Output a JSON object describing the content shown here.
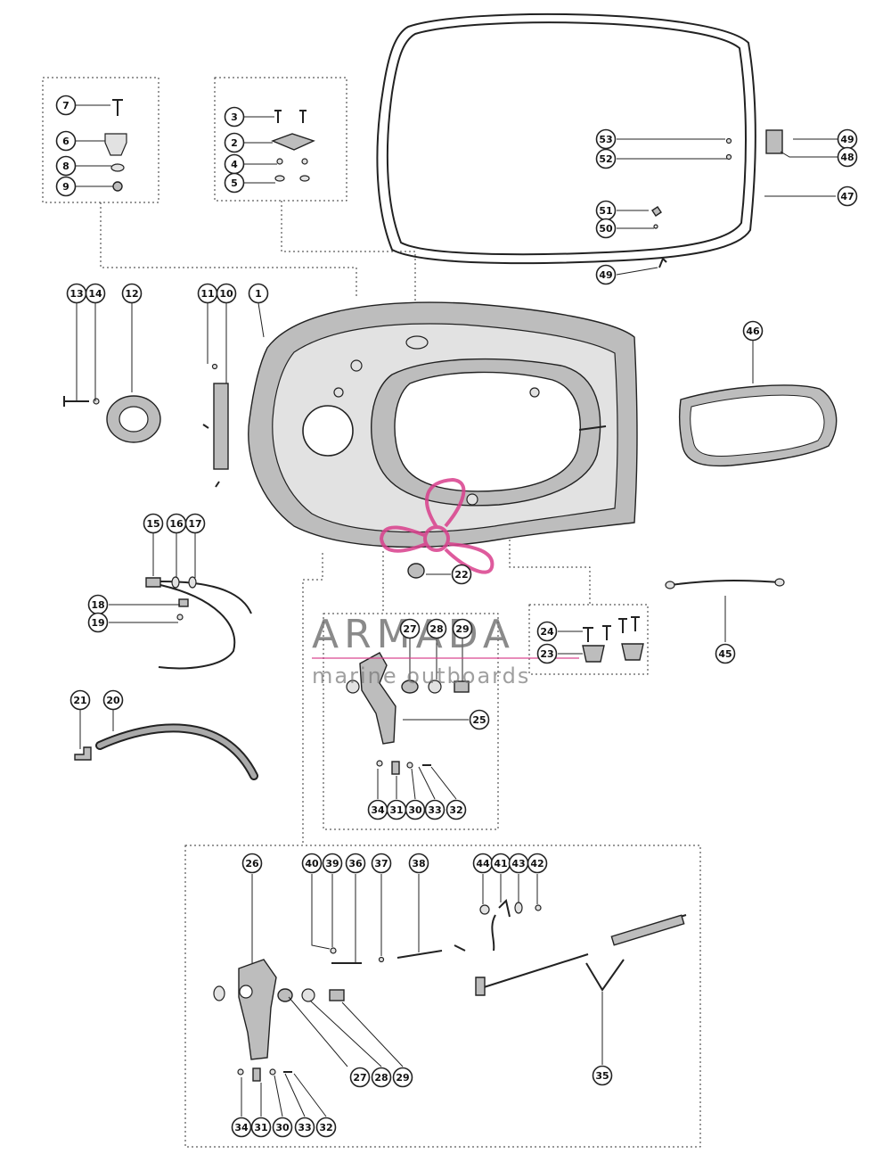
{
  "callouts": [
    {
      "n": "7"
    },
    {
      "n": "6"
    },
    {
      "n": "8"
    },
    {
      "n": "9"
    },
    {
      "n": "3"
    },
    {
      "n": "2"
    },
    {
      "n": "4"
    },
    {
      "n": "5"
    },
    {
      "n": "53"
    },
    {
      "n": "52"
    },
    {
      "n": "49"
    },
    {
      "n": "48"
    },
    {
      "n": "47"
    },
    {
      "n": "51"
    },
    {
      "n": "50"
    },
    {
      "n": "49"
    },
    {
      "n": "13"
    },
    {
      "n": "14"
    },
    {
      "n": "12"
    },
    {
      "n": "11"
    },
    {
      "n": "10"
    },
    {
      "n": "1"
    },
    {
      "n": "46"
    },
    {
      "n": "15"
    },
    {
      "n": "16"
    },
    {
      "n": "17"
    },
    {
      "n": "18"
    },
    {
      "n": "19"
    },
    {
      "n": "22"
    },
    {
      "n": "27"
    },
    {
      "n": "28"
    },
    {
      "n": "29"
    },
    {
      "n": "24"
    },
    {
      "n": "23"
    },
    {
      "n": "45"
    },
    {
      "n": "25"
    },
    {
      "n": "21"
    },
    {
      "n": "20"
    },
    {
      "n": "34"
    },
    {
      "n": "31"
    },
    {
      "n": "30"
    },
    {
      "n": "33"
    },
    {
      "n": "32"
    },
    {
      "n": "26"
    },
    {
      "n": "40"
    },
    {
      "n": "39"
    },
    {
      "n": "36"
    },
    {
      "n": "37"
    },
    {
      "n": "38"
    },
    {
      "n": "44"
    },
    {
      "n": "41"
    },
    {
      "n": "43"
    },
    {
      "n": "42"
    },
    {
      "n": "27"
    },
    {
      "n": "28"
    },
    {
      "n": "29"
    },
    {
      "n": "35"
    },
    {
      "n": "34"
    },
    {
      "n": "31"
    },
    {
      "n": "30"
    },
    {
      "n": "33"
    },
    {
      "n": "32"
    }
  ],
  "watermark": {
    "brand": "ARMADA",
    "tagline": "marine outboards",
    "color": "#d93f8c"
  }
}
